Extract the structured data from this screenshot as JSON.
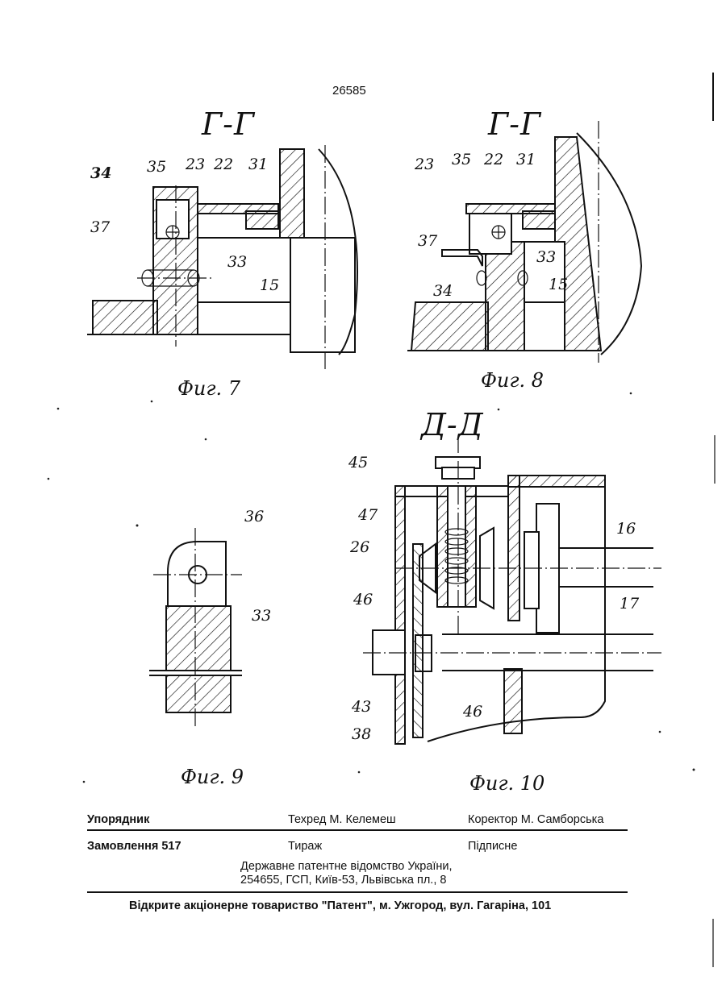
{
  "page_number": "26585",
  "figures": {
    "fig7": {
      "section": "Г-Г",
      "caption": "Фиг. 7",
      "labels": [
        "34",
        "35",
        "23",
        "22",
        "31",
        "37",
        "33",
        "15"
      ]
    },
    "fig8": {
      "section": "Г-Г",
      "caption": "Фиг. 8",
      "labels": [
        "23",
        "35",
        "22",
        "31",
        "37",
        "33",
        "34",
        "15"
      ]
    },
    "fig9": {
      "caption": "Фиг. 9",
      "labels": [
        "36",
        "33"
      ]
    },
    "fig10": {
      "section": "Д-Д",
      "caption": "Фиг. 10",
      "labels": [
        "45",
        "47",
        "26",
        "46",
        "16",
        "17",
        "43",
        "46",
        "38"
      ]
    }
  },
  "colophon": {
    "compiler_label": "Упорядник",
    "techred": "Техред М. Келемеш",
    "corrector": "Коректор М. Самборська",
    "order": "Замовлення 517",
    "circulation": "Тираж",
    "subscription": "Підписне",
    "publisher_line1": "Державне патентне відомство України,",
    "publisher_line2": "254655, ГСП, Київ-53, Львівська пл., 8"
  },
  "footer": "Відкрите акціонерне товариство \"Патент\", м. Ужгород, вул. Гагаріна, 101"
}
